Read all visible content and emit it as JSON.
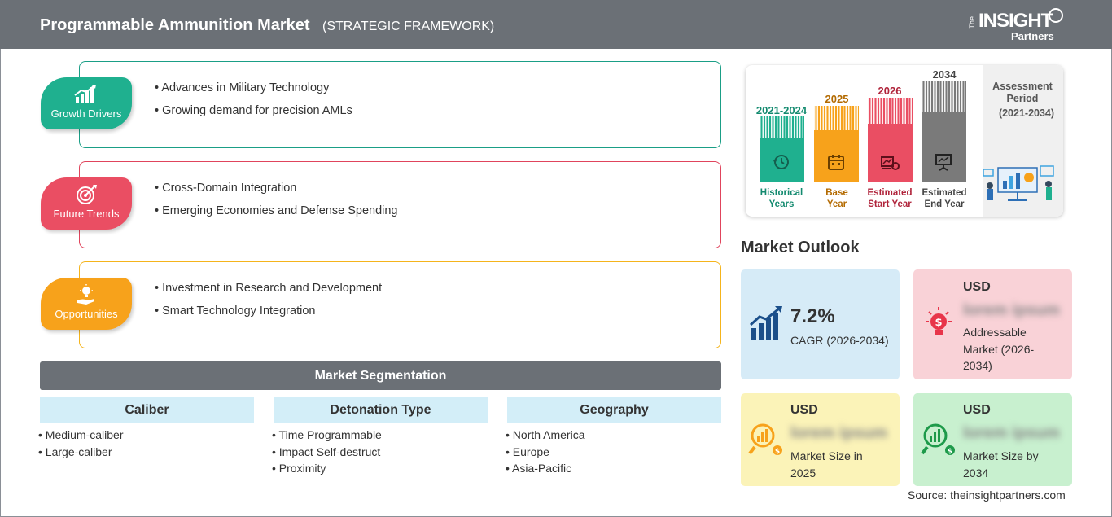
{
  "header": {
    "title": "Programmable Ammunition Market",
    "subtitle": "(STRATEGIC FRAMEWORK)",
    "logo": {
      "the": "The",
      "insight": "INSIGHT",
      "partners": "Partners"
    }
  },
  "framework": [
    {
      "label": "Growth Drivers",
      "color": "#1fb08f",
      "items": [
        "Advances in Military Technology",
        "Growing demand for precision AMLs"
      ]
    },
    {
      "label": "Future Trends",
      "color": "#ea4e63",
      "items": [
        "Cross-Domain Integration",
        "Emerging Economies and Defense Spending"
      ]
    },
    {
      "label": "Opportunities",
      "color": "#f7a21b",
      "items": [
        "Investment in Research and Development",
        "Smart Technology Integration"
      ]
    }
  ],
  "segmentation": {
    "title": "Market Segmentation",
    "columns": [
      {
        "heading": "Caliber",
        "items": [
          "Medium-caliber",
          "Large-caliber"
        ]
      },
      {
        "heading": "Detonation Type",
        "items": [
          "Time Programmable",
          "Impact Self-destruct",
          "Proximity"
        ]
      },
      {
        "heading": "Geography",
        "items": [
          "North America",
          "Europe",
          "Asia-Pacific"
        ]
      }
    ]
  },
  "timeline": {
    "bars": [
      {
        "year": "2021-2024",
        "label1": "Historical",
        "label2": "Years",
        "color": "#1fb08f",
        "text_color": "#138a6f",
        "icon": "history-icon"
      },
      {
        "year": "2025",
        "label1": "Base",
        "label2": "Year",
        "color": "#f7a21b",
        "text_color": "#b36a00",
        "icon": "calendar-icon"
      },
      {
        "year": "2026",
        "label1": "Estimated",
        "label2": "Start Year",
        "color": "#ea4e63",
        "text_color": "#b0243b",
        "icon": "start-chart-icon"
      },
      {
        "year": "2034",
        "label1": "Estimated",
        "label2": "End Year",
        "color": "#7a7a7a",
        "text_color": "#444444",
        "icon": "presentation-icon"
      }
    ],
    "assessment": {
      "line1": "Assessment",
      "line2": "Period",
      "range": "(2021-2034)"
    }
  },
  "outlook": {
    "title": "Market Outlook",
    "cagr": {
      "value": "7.2%",
      "label": "CAGR (2026-2034)",
      "bg": "#d6ebf7"
    },
    "addressable": {
      "currency": "USD",
      "blurred": "lorem ipsum",
      "label": "Addressable Market (2026-2034)",
      "bg": "#f9d2d7"
    },
    "size2025": {
      "currency": "USD",
      "blurred": "lorem ipsum",
      "label": "Market Size in 2025",
      "bg": "#fbf3b8"
    },
    "size2034": {
      "currency": "USD",
      "blurred": "lorem ipsum",
      "label": "Market Size by 2034",
      "bg": "#c8f0cf"
    }
  },
  "source": "Source: theinsightpartners.com"
}
